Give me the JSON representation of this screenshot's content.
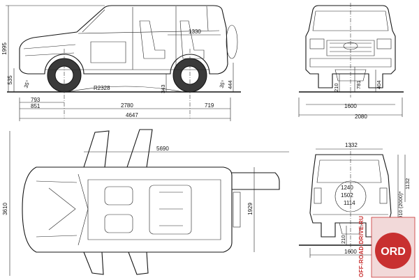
{
  "dimensions": {
    "side": {
      "roof_height": "1995",
      "ground_to_sill": "535",
      "cargo_length": "1330",
      "approach_angle": "35°",
      "departure_angle": "35°",
      "turning_radius": "R2328",
      "rear_clearance": "343",
      "rear_overhang_height": "444",
      "front_overhang_1": "793",
      "front_overhang_2": "851",
      "wheelbase": "2780",
      "rear_overhang": "719",
      "overall_length": "4647"
    },
    "front": {
      "front_ground_clearance": "210",
      "axle_height": "781",
      "rear_axle_height": "404",
      "track": "1600",
      "overall_width": "2080"
    },
    "top": {
      "door_open_length": "5690",
      "overall_width": "3610",
      "inner_width": "1929"
    },
    "rear": {
      "roof_width": "1332",
      "height_total": "1910 (2000)*",
      "height_upper": "1132",
      "door_width": "1240",
      "inner_height": "1502",
      "spare_height": "1114",
      "ground_clearance": "210",
      "track": "1600"
    }
  },
  "watermark": {
    "text": "OFF-ROAD-DRIVE.RU",
    "logo_letters": "ORD",
    "accent_color": "#c83030"
  }
}
